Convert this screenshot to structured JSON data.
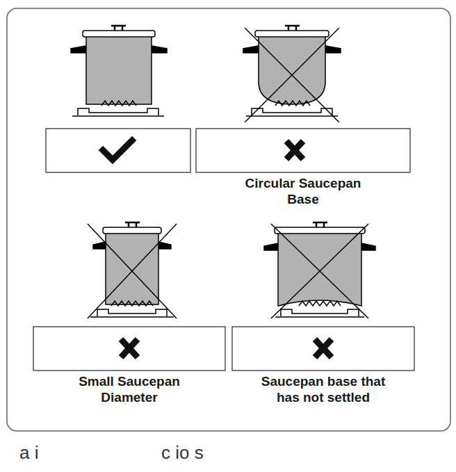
{
  "diagram": {
    "labels": [
      "Circular Saucepan Base",
      "Small Saucepan Diameter",
      "Saucepan base that has not settled",
      "a i",
      "c io s"
    ]
  }
}
